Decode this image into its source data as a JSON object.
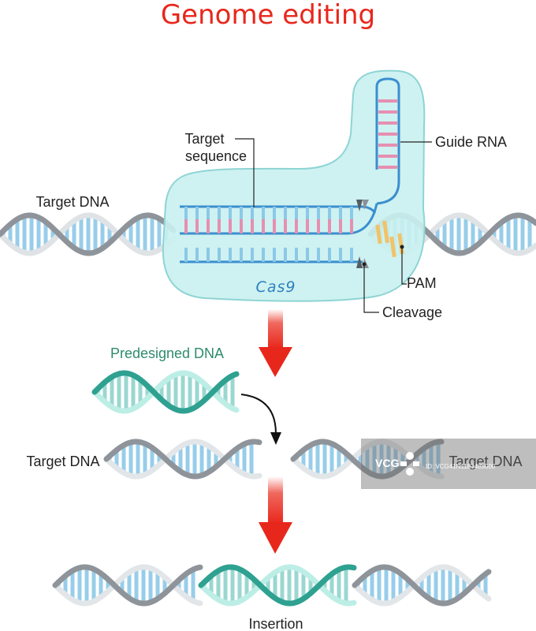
{
  "title": "Genome editing",
  "labels": {
    "target_sequence": "Target sequence",
    "guide_rna": "Guide RNA",
    "target_dna_top": "Target DNA",
    "cas9": "Cas9",
    "pam": "PAM",
    "cleavage": "Cleavage",
    "predesigned_dna": "Predesigned DNA",
    "target_dna_left": "Target DNA",
    "target_dna_right": "Target DNA",
    "insertion": "Insertion"
  },
  "watermark": {
    "brand": "VCG",
    "caption": "ID: VCG41N1183485000"
  },
  "colors": {
    "title": "#e8271c",
    "arrow": "#e8271c",
    "cas9_body": "#c9f1f0",
    "cas9_outline": "#8ed4d4",
    "dna_rung": "#8cc8e8",
    "dna_strand": "#9aa0a6",
    "rna_strand": "#3a8fcf",
    "rna_base": "#e68fb1",
    "pam_base": "#f0c36a",
    "predesigned": "#55c3b6"
  }
}
